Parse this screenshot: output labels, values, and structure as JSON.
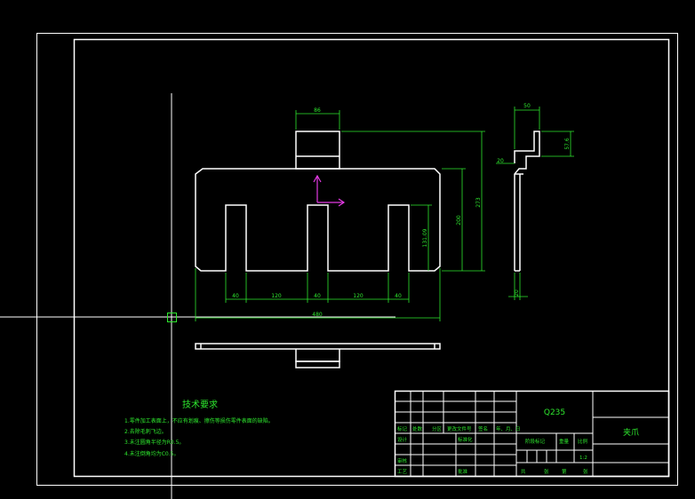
{
  "drawing": {
    "material": "Q235",
    "part_name": "夹爪",
    "scale": "1:2",
    "dims": {
      "top_tab_width": "86",
      "height_outer": "273",
      "height_mid": "200",
      "slot_depth": "131.09",
      "gap_left": "40",
      "span_left": "120",
      "gap_mid": "40",
      "span_right": "120",
      "gap_right": "40",
      "overall_width": "480",
      "side_top": "50",
      "side_right": "57.6",
      "side_left": "20",
      "side_bottom": "20"
    },
    "tech_req": {
      "title": "技术要求",
      "items": [
        "1.零件加工表面上，不应有划痕、擦伤等损伤零件表面的缺陷。",
        "2.去除毛刺飞边。",
        "3.未注圆角半径为R0.5。",
        "4.未注倒角均为C0.5。"
      ]
    },
    "title_block": {
      "mark": "标记",
      "count": "处数",
      "zone": "分区",
      "change_no": "更改文件号",
      "signature": "签名",
      "date": "年、月、日",
      "designer": "设计",
      "standardize": "标准化",
      "review": "审核",
      "process": "工艺",
      "approve": "批准",
      "stage_mark": "阶段标记",
      "weight": "重量",
      "ratio": "比例",
      "sheet_total": "共",
      "sheet_unit": "张",
      "sheet_no": "第",
      "sheet_unit2": "张"
    }
  }
}
